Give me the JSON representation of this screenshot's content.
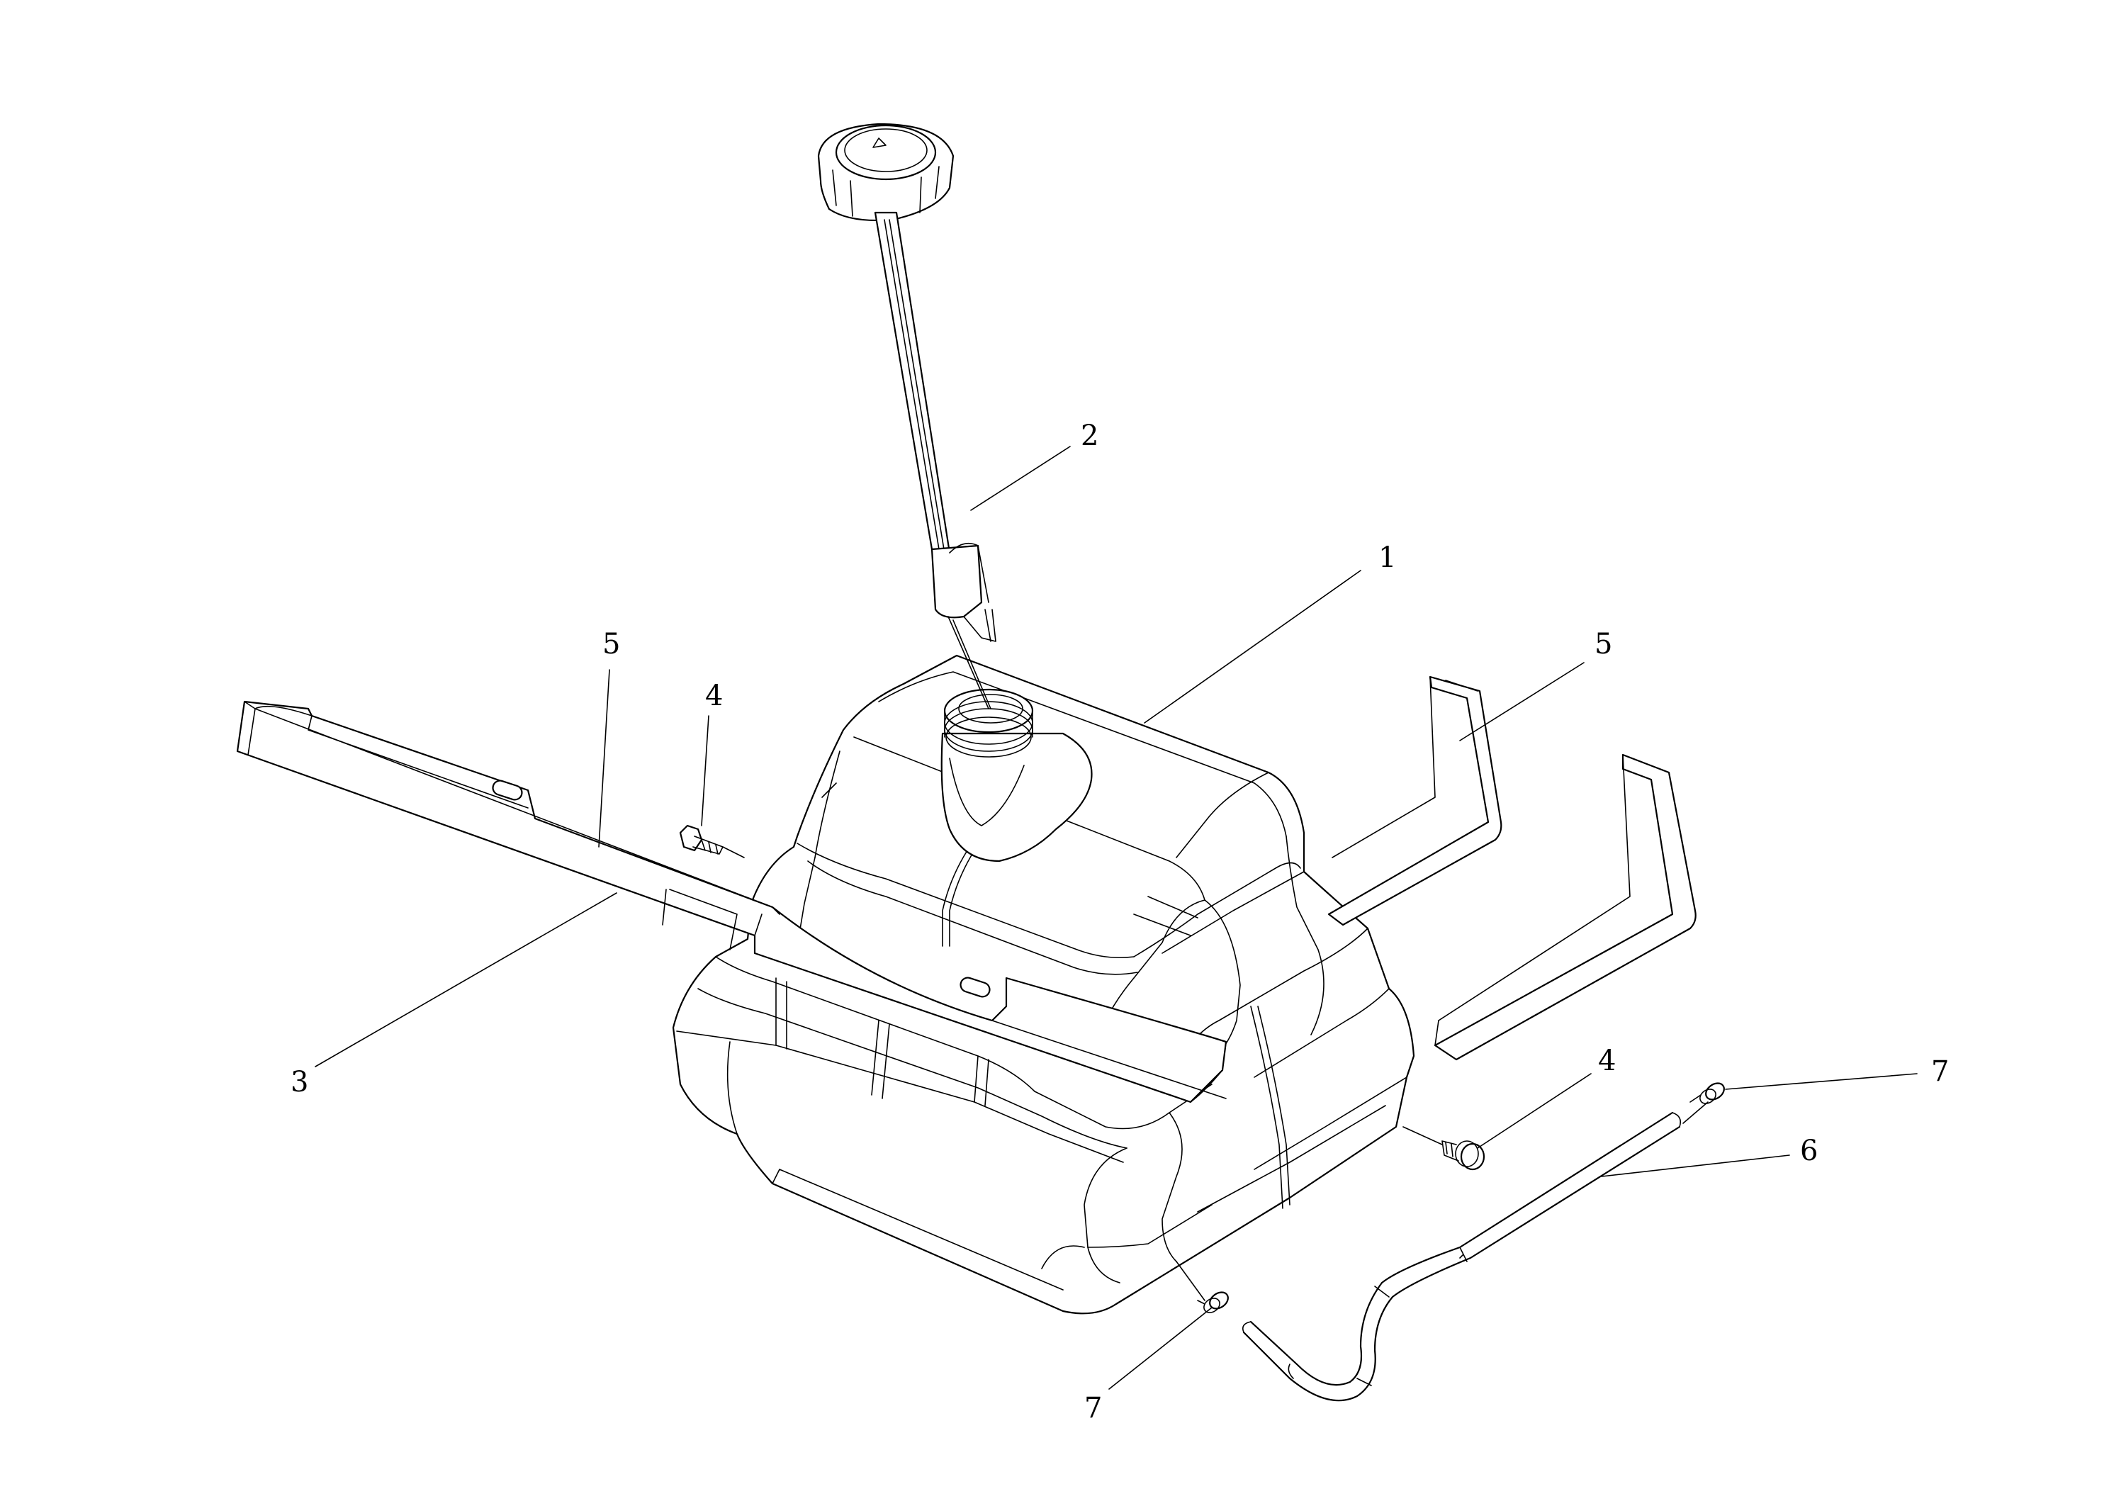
{
  "diagram": {
    "callouts": [
      {
        "id": "c1",
        "label": "1"
      },
      {
        "id": "c2",
        "label": "2"
      },
      {
        "id": "c3",
        "label": "3"
      },
      {
        "id": "c4a",
        "label": "4"
      },
      {
        "id": "c4b",
        "label": "4"
      },
      {
        "id": "c5a",
        "label": "5"
      },
      {
        "id": "c5b",
        "label": "5"
      },
      {
        "id": "c6",
        "label": "6"
      },
      {
        "id": "c7a",
        "label": "7"
      },
      {
        "id": "c7b",
        "label": "7"
      }
    ]
  },
  "colors": {
    "line": "#000000",
    "background": "#ffffff"
  }
}
